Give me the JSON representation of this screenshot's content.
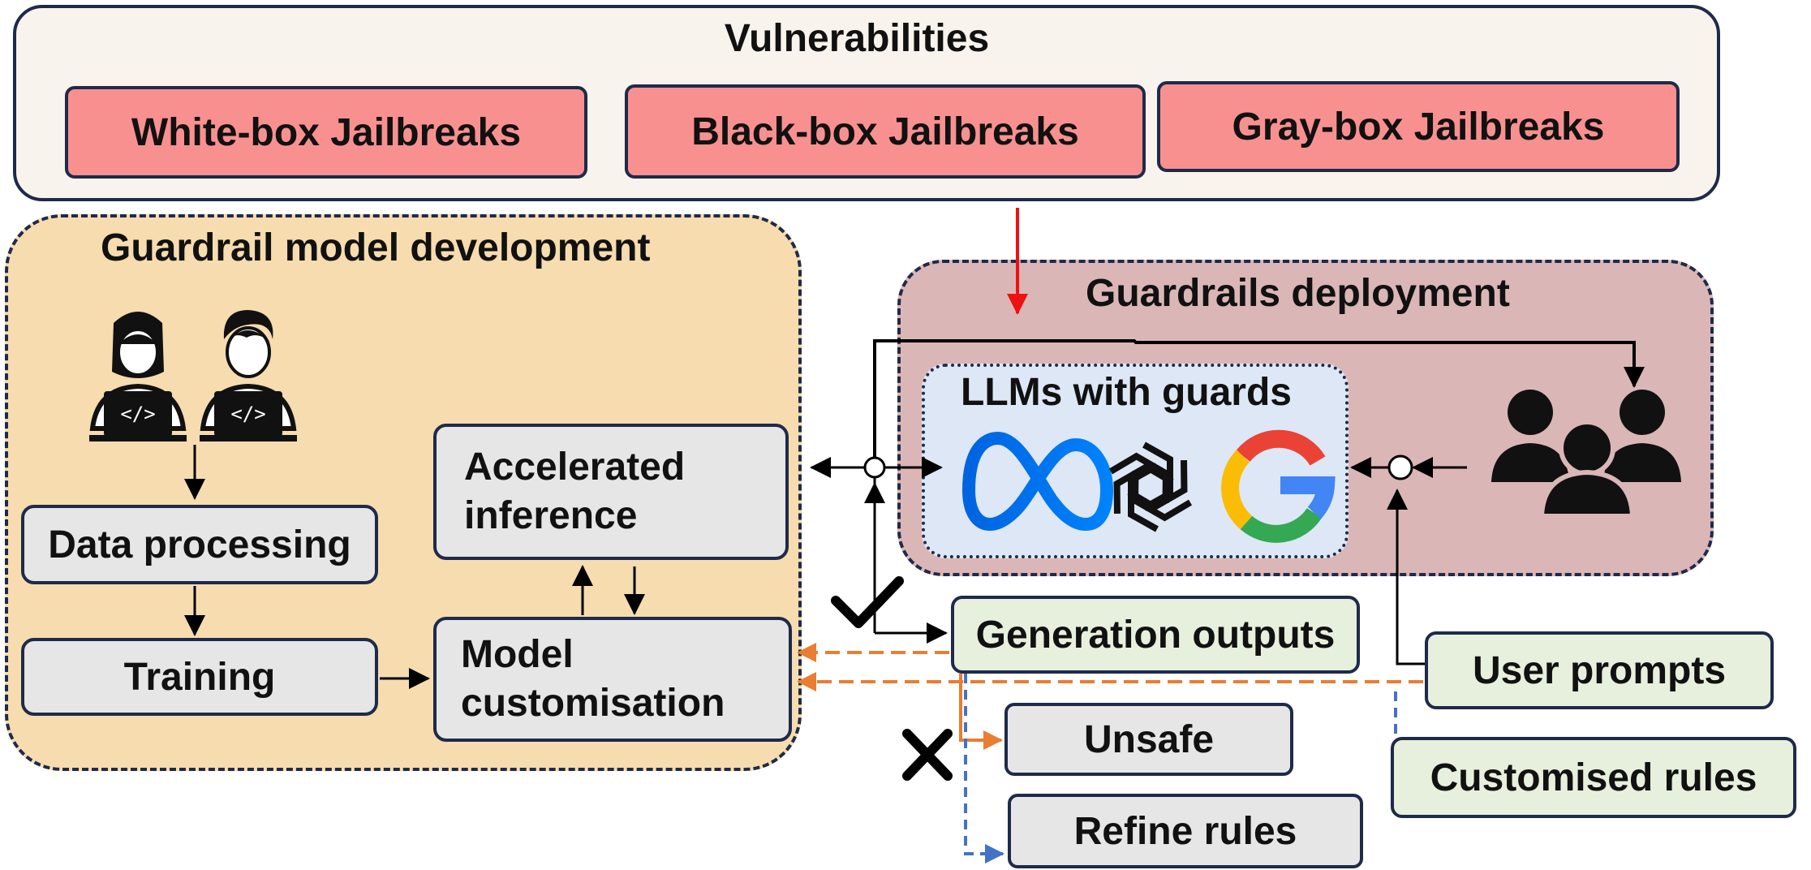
{
  "vulnerabilities": {
    "title": "Vulnerabilities",
    "items": [
      "White-box Jailbreaks",
      "Black-box Jailbreaks",
      "Gray-box Jailbreaks"
    ]
  },
  "development": {
    "title": "Guardrail model development",
    "data_processing": "Data processing",
    "training": "Training",
    "accelerated_line1": "Accelerated",
    "accelerated_line2": "inference",
    "customisation_line1": "Model",
    "customisation_line2": "customisation"
  },
  "deployment": {
    "title": "Guardrails deployment",
    "llm_title": "LLMs with guards"
  },
  "outputs": {
    "generation": "Generation outputs",
    "user_prompts": "User prompts",
    "unsafe": "Unsafe",
    "refine": "Refine rules",
    "custom_rules": "Customised rules"
  },
  "icons": {
    "developers": "developer-laptop-icon",
    "users": "user-group-icon",
    "meta": "meta-logo-icon",
    "openai": "openai-logo-icon",
    "google": "google-logo-icon",
    "check": "check-icon",
    "cross": "cross-icon"
  },
  "colors": {
    "jailbreak_fill": "#f99090",
    "dev_fill": "#f6dcae",
    "deploy_fill": "#dbb6b6",
    "llm_fill": "#dde7f5",
    "box_grey": "#e6e6e6",
    "box_green": "#e6f0dc",
    "border": "#1f2a4a",
    "red_arrow": "#ee1111",
    "orange_arrow": "#ea7d32",
    "blue_arrow": "#4472c4"
  }
}
